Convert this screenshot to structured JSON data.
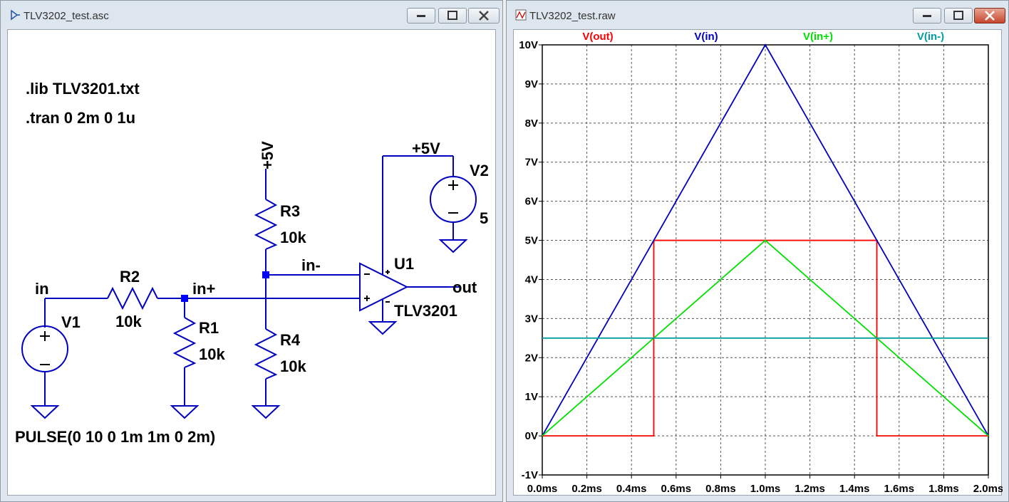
{
  "schematic_window": {
    "title": "TLV3202_test.asc",
    "directives": [
      ".lib TLV3201.txt",
      ".tran 0 2m 0 1u"
    ],
    "labels": {
      "supply_r3": "+5V",
      "supply_v2": "+5V",
      "v2_name": "V2",
      "v2_value": "5",
      "r3_name": "R3",
      "r3_value": "10k",
      "r4_name": "R4",
      "r4_value": "10k",
      "r2_name": "R2",
      "r2_value": "10k",
      "r1_name": "R1",
      "r1_value": "10k",
      "v1_name": "V1",
      "u1_name": "U1",
      "u1_value": "TLV3201",
      "net_in": "in",
      "net_in_plus": "in+",
      "net_in_minus": "in-",
      "net_out": "out",
      "v1_source": "PULSE(0 10 0 1m 1m 0 2m)"
    },
    "wire_color": "#0000c0"
  },
  "plot_window": {
    "title": "TLV3202_test.raw"
  },
  "chart_data": {
    "type": "line",
    "xlabel": "",
    "ylabel": "",
    "xlim": [
      0,
      2
    ],
    "ylim": [
      -1,
      10
    ],
    "x_tick_labels": [
      "0.0ms",
      "0.2ms",
      "0.4ms",
      "0.6ms",
      "0.8ms",
      "1.0ms",
      "1.2ms",
      "1.4ms",
      "1.6ms",
      "1.8ms",
      "2.0ms"
    ],
    "y_tick_labels": [
      "-1V",
      "0V",
      "1V",
      "2V",
      "3V",
      "4V",
      "5V",
      "6V",
      "7V",
      "8V",
      "9V",
      "10V"
    ],
    "grid": true,
    "legend": "top",
    "series": [
      {
        "name": "V(out)",
        "color": "#ff0000",
        "x": [
          0,
          0.5,
          0.5,
          1.5,
          1.5,
          2.0
        ],
        "y": [
          0,
          0,
          5,
          5,
          0,
          0
        ]
      },
      {
        "name": "V(in)",
        "color": "#0000c0",
        "x": [
          0,
          1.0,
          2.0
        ],
        "y": [
          0,
          10,
          0
        ]
      },
      {
        "name": "V(in+)",
        "color": "#00e000",
        "x": [
          0,
          1.0,
          2.0
        ],
        "y": [
          0,
          5,
          0
        ]
      },
      {
        "name": "V(in-)",
        "color": "#00a0a0",
        "x": [
          0,
          2.0
        ],
        "y": [
          2.5,
          2.5
        ]
      }
    ]
  }
}
